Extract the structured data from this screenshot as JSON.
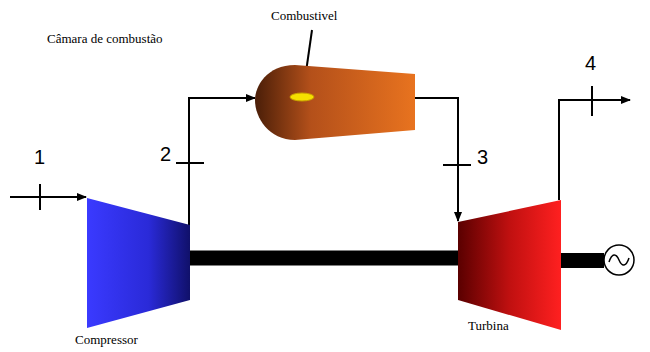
{
  "diagram": {
    "nodes": [
      {
        "text": [
          "Combustivel",
          "Câmara de combustão"
        ]
      },
      {
        "text": [
          "Compressor"
        ]
      },
      {
        "text": [
          "Turbina"
        ]
      }
    ],
    "edges": [
      {
        "from": 1,
        "to": 0,
        "arrow": "to"
      },
      {
        "from": 0,
        "to": 2,
        "arrow": "to"
      },
      {
        "from": 1,
        "to": 2,
        "arrow": "none"
      }
    ],
    "labels": [
      "1",
      "2",
      "3",
      "4"
    ]
  }
}
